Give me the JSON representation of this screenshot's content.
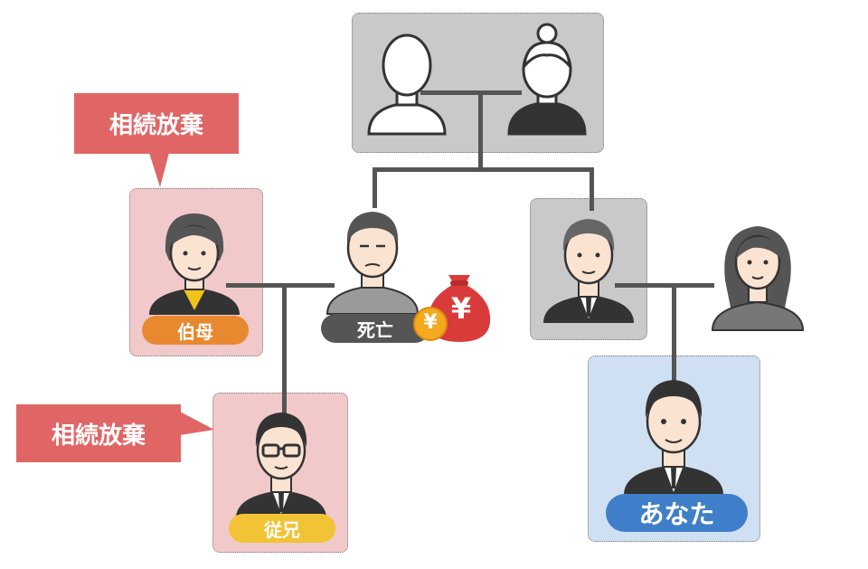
{
  "callouts": {
    "aunt_renounce": "相続放棄",
    "cousin_renounce": "相続放棄"
  },
  "labels": {
    "aunt": "伯母",
    "deceased": "死亡",
    "cousin": "従兄",
    "you": "あなた"
  },
  "money_symbol": "¥",
  "colors": {
    "gray_box": "#c9c9c9",
    "pink_box": "#f2c9cb",
    "blue_box": "#cfe0f2",
    "callout": "#e06666",
    "aunt_label": "#e8892f",
    "deceased_label": "#555555",
    "cousin_label": "#f2c335",
    "you_label": "#3f7fc9",
    "money_bag": "#d93b3b",
    "coin": "#f4a91e"
  }
}
